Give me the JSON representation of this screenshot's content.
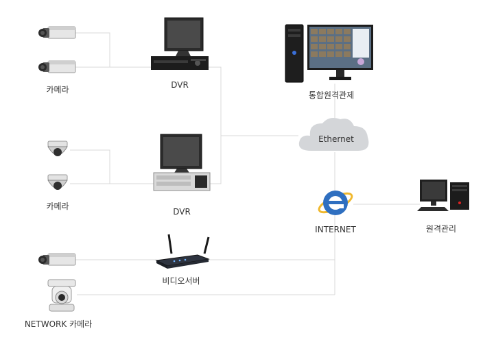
{
  "labels": {
    "camera_group_1": "카메라",
    "dvr_1": "DVR",
    "camera_group_2": "카메라",
    "dvr_2": "DVR",
    "video_server": "비디오서버",
    "network_camera": "NETWORK 카메라",
    "integrated_control": "통합원격관제",
    "ethernet": "Ethernet",
    "internet": "INTERNET",
    "remote_management": "원격관리"
  },
  "colors": {
    "line": "#d8d8d8",
    "cloud": "#d4d6d9",
    "ie_blue": "#2f6fc0",
    "device_dark": "#222222"
  }
}
